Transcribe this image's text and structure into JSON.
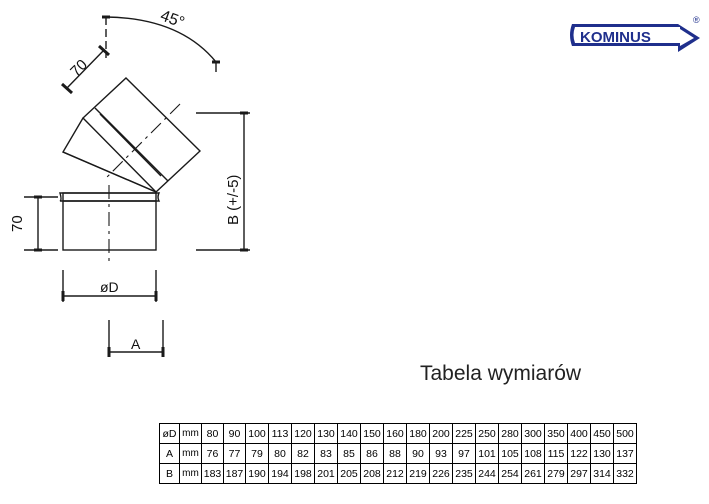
{
  "drawing": {
    "angle_label": "45°",
    "length_label_top": "70",
    "length_label_left": "70",
    "dim_b_label": "B (+/-5)",
    "dim_d_label": "øD",
    "dim_a_label": "A"
  },
  "logo": {
    "text": "KOMINUS",
    "registered": "®"
  },
  "table_title": "Tabela wymiarów",
  "table": {
    "unit": "mm",
    "rows": [
      {
        "label": "øD",
        "values": [
          "80",
          "90",
          "100",
          "113",
          "120",
          "130",
          "140",
          "150",
          "160",
          "180",
          "200",
          "225",
          "250",
          "280",
          "300",
          "350",
          "400",
          "450",
          "500"
        ]
      },
      {
        "label": "A",
        "values": [
          "76",
          "77",
          "79",
          "80",
          "82",
          "83",
          "85",
          "86",
          "88",
          "90",
          "93",
          "97",
          "101",
          "105",
          "108",
          "115",
          "122",
          "130",
          "137"
        ]
      },
      {
        "label": "B",
        "values": [
          "183",
          "187",
          "190",
          "194",
          "198",
          "201",
          "205",
          "208",
          "212",
          "219",
          "226",
          "235",
          "244",
          "254",
          "261",
          "279",
          "297",
          "314",
          "332"
        ]
      }
    ]
  }
}
